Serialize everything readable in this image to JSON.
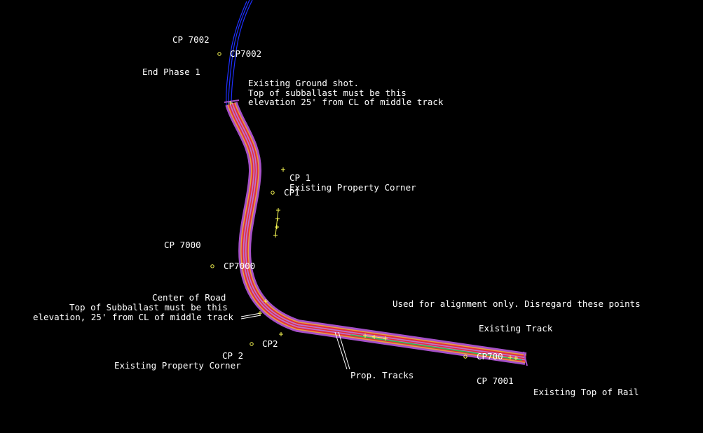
{
  "colors": {
    "background": "#000000",
    "text": "#ffffff",
    "track_bed": "#a650c8",
    "rail_red": "#e0303a",
    "rail_orange": "#e8a040",
    "existing_track": "#2fbf4a",
    "centerline_blue": "#1e30ff",
    "marker_yellow": "#ffff55"
  },
  "labels": {
    "cp7002_name": "CP 7002",
    "cp7002_point": "CP7002",
    "end_phase": "End Phase 1",
    "ground_shot_1": "Existing Ground shot.",
    "ground_shot_2": "Top of subballast must be this",
    "ground_shot_3": "elevation 25' from CL of middle track",
    "cp1_name": "CP 1",
    "cp1_desc": "Existing Property Corner",
    "cp1_point": "CP1",
    "cp7000_name": "CP 7000",
    "cp7000_point": "CP7000",
    "road_1": "Center of Road",
    "road_2": "Top of Subballast must be this",
    "road_3": "elevation, 25' from CL of middle track",
    "cp2_point": "CP2",
    "cp2_name": "CP 2",
    "cp2_desc": "Existing Property Corner",
    "alignment_note": "Used for alignment only. Disregard these points",
    "existing_track": "Existing Track",
    "cp700_point": "CP700",
    "prop_tracks": "Prop. Tracks",
    "cp7001_name": "CP 7001",
    "top_of_rail": "Existing Top of Rail"
  }
}
